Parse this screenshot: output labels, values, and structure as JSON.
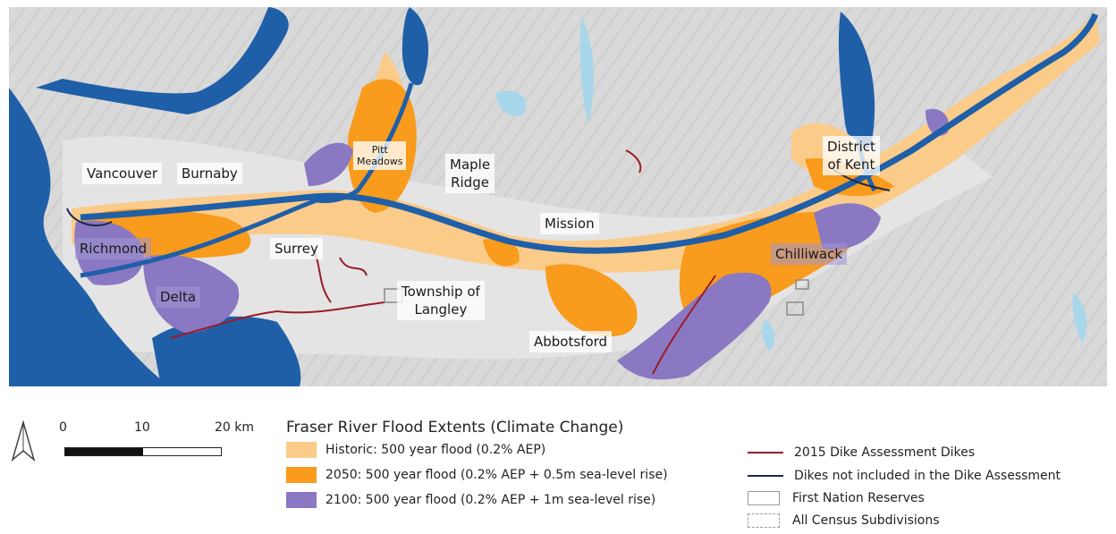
{
  "map": {
    "places": [
      {
        "id": "vancouver",
        "label": "Vancouver"
      },
      {
        "id": "burnaby",
        "label": "Burnaby"
      },
      {
        "id": "pitt",
        "label": "Pitt\nMeadows"
      },
      {
        "id": "maple",
        "label": "Maple\nRidge"
      },
      {
        "id": "mission",
        "label": "Mission"
      },
      {
        "id": "kent",
        "label": "District\nof Kent"
      },
      {
        "id": "richmond",
        "label": "Richmond"
      },
      {
        "id": "surrey",
        "label": "Surrey"
      },
      {
        "id": "delta",
        "label": "Delta"
      },
      {
        "id": "langley",
        "label": "Township of\nLangley"
      },
      {
        "id": "chilliwack",
        "label": "Chilliwack"
      },
      {
        "id": "abbotsford",
        "label": "Abbotsford"
      }
    ],
    "colors": {
      "water": "#1f5fa8",
      "lake": "#a8d6ea",
      "land": "#dcdcdc",
      "historic": "#fbcb8a",
      "y2050": "#f99b1c",
      "y2100": "#8a78c2",
      "dike_assessed": "#9b1b2a",
      "dike_other": "#1d2a4a"
    }
  },
  "scale": {
    "ticks": [
      "0",
      "10",
      "20 km"
    ]
  },
  "legend": {
    "title": "Fraser River Flood Extents (Climate Change)",
    "floods": [
      {
        "label": "Historic: 500 year flood (0.2% AEP)",
        "color": "#fbcb8a"
      },
      {
        "label": "2050: 500 year flood (0.2% AEP + 0.5m sea-level rise)",
        "color": "#f99b1c"
      },
      {
        "label": "2100: 500 year flood (0.2% AEP + 1m sea-level rise)",
        "color": "#8a78c2"
      }
    ],
    "lines": [
      {
        "label": "2015 Dike Assessment Dikes",
        "color": "#9b1b2a"
      },
      {
        "label": "Dikes not included in the Dike Assessment",
        "color": "#1d2a4a"
      }
    ],
    "boxes": [
      {
        "label": "First Nation Reserves",
        "color": "#9a9a9a",
        "style": "solid"
      },
      {
        "label": "All Census Subdivisions",
        "color": "#9a9a9a",
        "style": "dashed"
      }
    ]
  }
}
